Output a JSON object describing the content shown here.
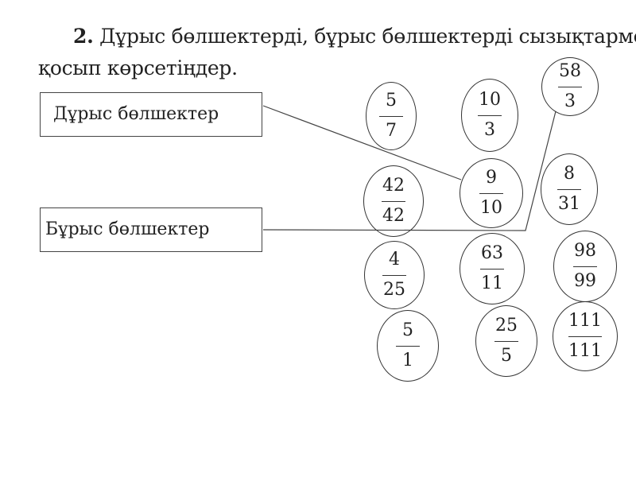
{
  "task": {
    "number": "2.",
    "line1": "Дұрыс бөлшектерді, бұрыс бөлшектерді сызықтармен",
    "line2": "қосып көрсетіңдер."
  },
  "labels": {
    "proper": "Дұрыс бөлшектер",
    "improper": "Бұрыс бөлшектер"
  },
  "fractions": [
    {
      "num": "5",
      "den": "7"
    },
    {
      "num": "10",
      "den": "3"
    },
    {
      "num": "58",
      "den": "3"
    },
    {
      "num": "42",
      "den": "42"
    },
    {
      "num": "9",
      "den": "10"
    },
    {
      "num": "8",
      "den": "31"
    },
    {
      "num": "4",
      "den": "25"
    },
    {
      "num": "63",
      "den": "11"
    },
    {
      "num": "98",
      "den": "99"
    },
    {
      "num": "5",
      "den": "1"
    },
    {
      "num": "25",
      "den": "5"
    },
    {
      "num": "111",
      "den": "111"
    }
  ],
  "connections": [
    {
      "from": "Дұрыс бөлшектер",
      "to": "9/10"
    },
    {
      "from": "Бұрыс бөлшектер",
      "to": "58/3"
    }
  ]
}
